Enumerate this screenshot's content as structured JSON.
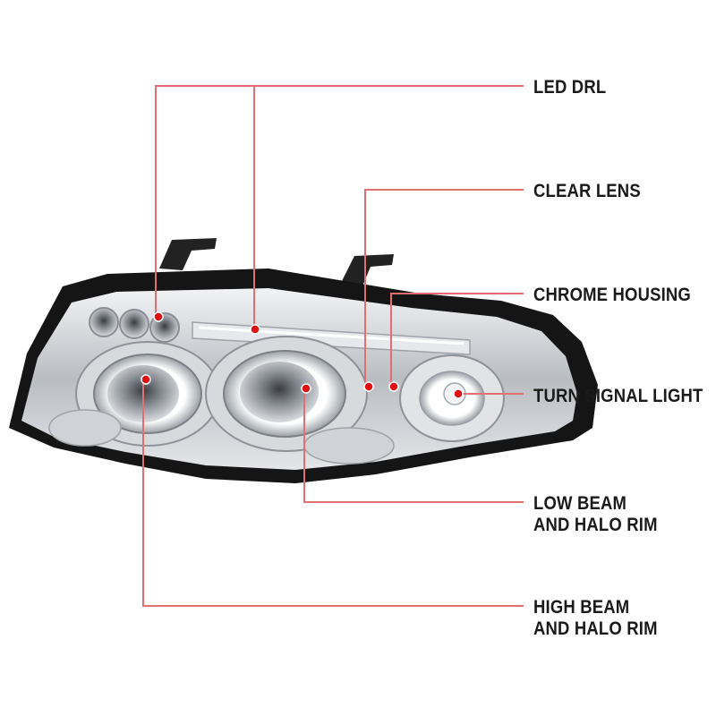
{
  "callouts": {
    "led_drl": {
      "lines": [
        "LED DRL"
      ]
    },
    "clear_lens": {
      "lines": [
        "CLEAR LENS"
      ]
    },
    "chrome_housing": {
      "lines": [
        "CHROME HOUSING"
      ]
    },
    "turn_signal_light": {
      "lines": [
        "TURN SIGNAL LIGHT"
      ]
    },
    "low_beam": {
      "lines": [
        "LOW BEAM",
        "AND HALO RIM"
      ]
    },
    "high_beam": {
      "lines": [
        "HIGH BEAM",
        "AND HALO RIM"
      ]
    }
  },
  "colors": {
    "callout_line": "#e07070",
    "callout_dot": "#e01010",
    "label_text": "#1a1a1a",
    "housing_dark": "#151515",
    "chrome": "#c9ccd0"
  }
}
